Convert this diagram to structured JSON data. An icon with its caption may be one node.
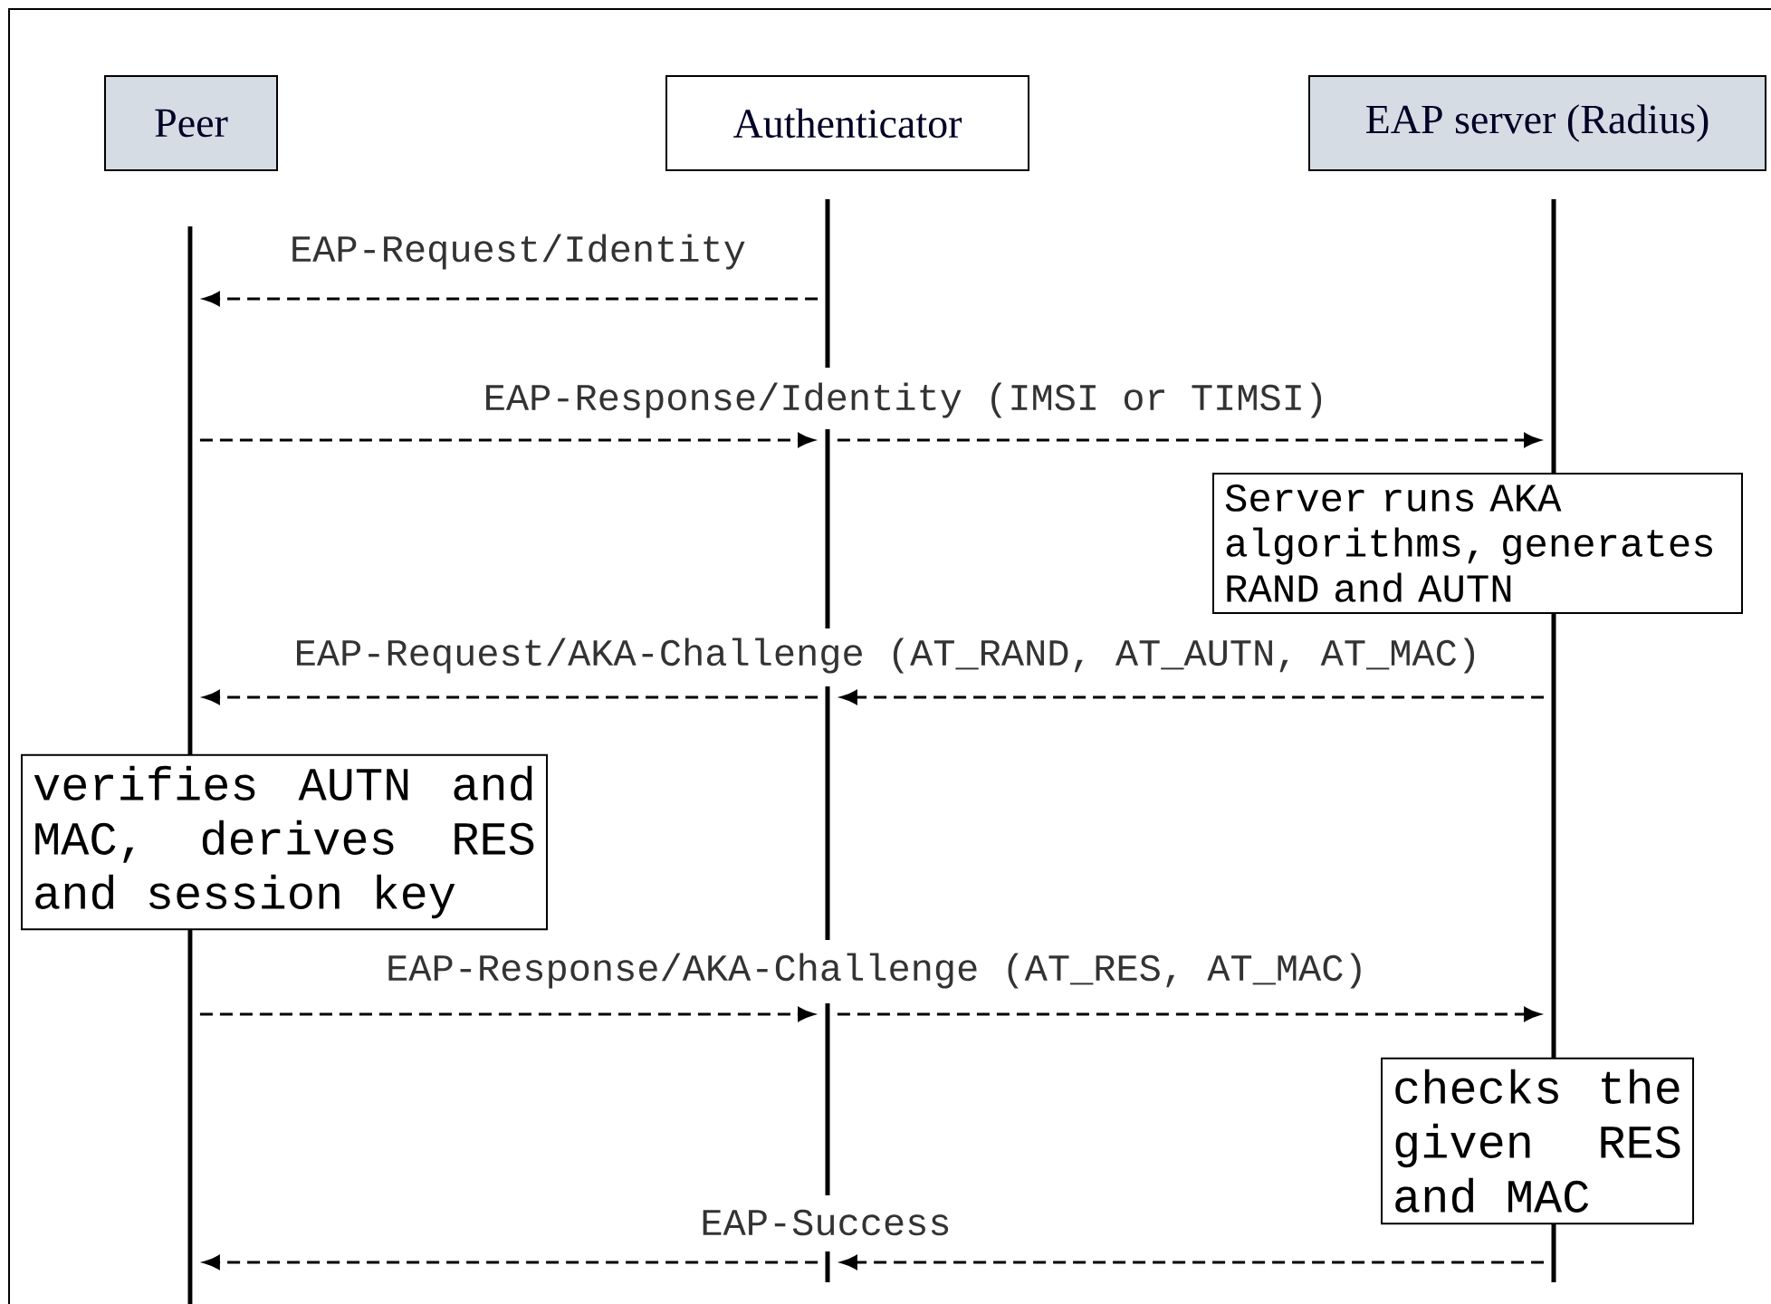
{
  "diagram": {
    "nodes": [
      {
        "text": [
          "Peer"
        ]
      },
      {
        "text": [
          "Authenticator"
        ]
      },
      {
        "text": [
          "EAP server (Radius)"
        ]
      },
      {
        "text": [],
        "shape": "bar"
      },
      {
        "text": [],
        "shape": "bar"
      },
      {
        "text": [],
        "shape": "bar"
      },
      {
        "text": [
          "Server runs AKA algorithms, generates RAND and AUTN"
        ]
      },
      {
        "text": [
          "verifies AUTN and MAC, derives RES and session key"
        ]
      },
      {
        "text": [
          "checks the given RES and MAC"
        ]
      }
    ],
    "edges": [
      {
        "from": 4,
        "to": 3,
        "arrow": "to",
        "style": "dashed",
        "label": "EAP-Request/Identity"
      },
      {
        "from": 3,
        "to": 4,
        "arrow": "to",
        "style": "dashed",
        "label": "EAP-Response/Identity (IMSI or TIMSI)"
      },
      {
        "from": 4,
        "to": 5,
        "arrow": "to",
        "style": "dashed"
      },
      {
        "from": 5,
        "to": 4,
        "arrow": "to",
        "style": "dashed",
        "label": "EAP-Request/AKA-Challenge (AT_RAND, AT_AUTN, AT_MAC)"
      },
      {
        "from": 4,
        "to": 3,
        "arrow": "to",
        "style": "dashed"
      },
      {
        "from": 3,
        "to": 4,
        "arrow": "to",
        "style": "dashed",
        "label": "EAP-Response/AKA-Challenge (AT_RES, AT_MAC)"
      },
      {
        "from": 4,
        "to": 5,
        "arrow": "to",
        "style": "dashed"
      },
      {
        "from": 5,
        "to": 4,
        "arrow": "to",
        "style": "dashed",
        "label": "EAP-Success"
      },
      {
        "from": 4,
        "to": 3,
        "arrow": "to",
        "style": "dashed"
      }
    ]
  }
}
